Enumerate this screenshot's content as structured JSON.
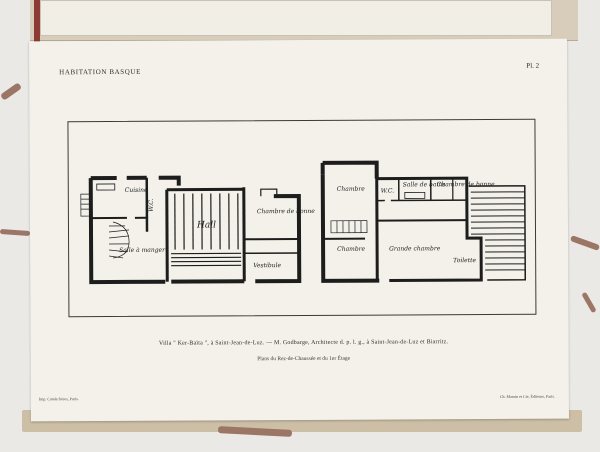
{
  "plate": {
    "header_left": "HABITATION BASQUE",
    "header_right": "Pl. 2",
    "caption": "Villa \" Ker-Baïta \", à Saint-Jean-de-Luz. — M. Godbarge, Architecte d. p. l. g., à Saint-Jean-de-Luz et Biarritz.",
    "subcaption": "Plans du Rez-de-Chaussée et du 1er Étage",
    "footer_left": "Imp. Catala frères, Paris.",
    "footer_right": "Ch. Massin et Cie, Éditeurs, Paris."
  },
  "plans": {
    "ground_floor": {
      "rooms": {
        "kitchen": "Cuisine",
        "wc": "W.C.",
        "hall": "Hall",
        "maid_room": "Chambre de bonne",
        "dining_room": "Salle à manger",
        "vestibule": "Vestibule"
      }
    },
    "first_floor": {
      "rooms": {
        "bedroom_1": "Chambre",
        "wc": "W.C.",
        "bathroom": "Salle de bains",
        "maid_room": "Chambre de bonne",
        "bedroom_2": "Chambre",
        "large_bedroom": "Grande chambre",
        "toilet": "Toilette"
      }
    }
  },
  "colors": {
    "paper": "#f3f1ea",
    "ink": "#1d1d1d",
    "folder": "#d8cdbb",
    "ribbon": "#9b7566",
    "red_edge": "#8d3a34"
  }
}
